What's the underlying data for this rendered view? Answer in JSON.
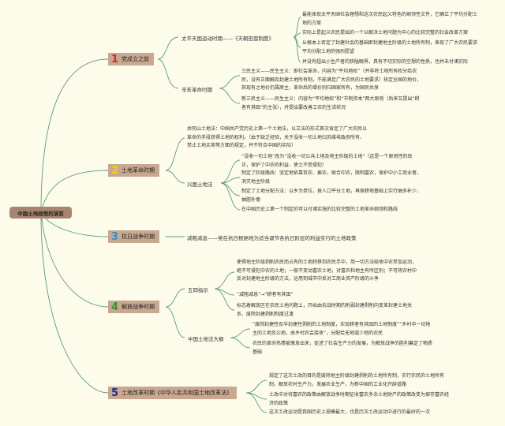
{
  "root": "中国土地政策的演变",
  "colors": {
    "line": "#5a9e78",
    "n1": "#e0202a",
    "n2": "#f2d21b",
    "n3": "#2f8fd8",
    "n4": "#2a9a2a",
    "n5": "#1f2a8a"
  },
  "branches": [
    {
      "num": "1",
      "label": "党成立之前",
      "subs": [
        {
          "label": "太平天国运动时期——《天朝田亩制度》",
          "leaves": [
            "最能体现太平天国社会理想和这次农民起义特色的纲领性文件，它确立了平均分配土地的方案",
            "实际上是起义农民提出的一个以解决土地问题为中心的比较完整的社会改革方案",
            "从根本上否定了封建社会的基础即封建地主阶级的土地所有制，表现了广大农民要求平均分配土地的强烈愿望",
            "并没有超出小生产者的狭隘眼界，具有不切实际的空想的性质，也并未付诸实际"
          ]
        },
        {
          "label": "辛亥革命时期",
          "leaves": [
            "三民主义——民生主义：即社会革命，内容为“平均地权”（并非将土地所有权分给农民，没有正面触及封建土地所有制，不能满足广大农民的土地要求）核定全国的地价，其现有之地价仍属原主，革命后的增价则归国家所有，为国民共享",
            "新三民主义——民生主义：内容为“平均地权”和“节制资本”两大原则（后来又提出“耕者有其田”的主张），并提出要改善工农的生活状况"
          ]
        }
      ]
    },
    {
      "num": "2",
      "label": "土地革命时期",
      "subs": [
        {
          "label": "井冈山土地法：中国共产党历史上第一个土地法，以立法的形式首次肯定了广大农民以革命的手段获得土地的权利。（由于缺乏经验，关于没收一切土地归苏维埃政府所有、禁止土地买卖等方面的规定，并不符合中国的实际）",
          "leaves": []
        },
        {
          "label": "兴国土地法",
          "leaves": [
            "“没收一切土地”改为“没收一切公共土地及地主阶级的土地”（这是一个原则性的改正，保护了中农的利益，使之不受侵犯）",
            "制定了阶级路线：坚定地依靠贫农、雇农，联合中农，限制富农，保护中小工商业者，消灭地主阶级",
            "制定了土地分配方法：以乡为单位，按人口平分土地，再原耕地基础上实行抽多补少、抽肥补瘦",
            "在中国历史上第一个制定的可以付诸实施的比较完整的土地革命纲领和路线"
          ]
        }
      ]
    },
    {
      "num": "3",
      "label": "抗日战争时期",
      "subs": [
        {
          "label": "减租减息——党在抗日根据地为适当调节各抗日阶层的利益实行的土地政策",
          "leaves": []
        }
      ]
    },
    {
      "num": "4",
      "label": "解放战争时期",
      "subs": [
        {
          "label": "五四指示",
          "leaves": [
            "使得地主阶级剥削农民而占有的土地转移到农民手中，用一切方法吸收中农参加运动，绝不可侵犯中农的土地；一般不变动富农土地，对富农和地主有所区别；不可将农村中反对封建地主阶级的方法，运用到城市中反对工商业资产阶级的斗争",
            "“减租减息”→“耕者有其田”",
            "标志着解放区在农民土地问题上，开始由抗战时期的削弱封建剥削向变革封建土地关系、废除封建剥削制度过渡"
          ]
        },
        {
          "label": "中国土地法大纲",
          "leaves": [
            "“废除封建性及半封建性剥削的土地制度，实现耕者有其田的土地制度”“乡村中一切地主的土地及公地，由乡村农会接收”，分配给无地或少地的农民",
            "农民的革命热情被激发出来，促进了社会生产力的发展，为解放战争的胜利奠定了物质基础"
          ]
        }
      ]
    },
    {
      "num": "5",
      "label": "土地改革时期《中华人民共和国土地改革法》",
      "subs": [
        {
          "label": "",
          "leaves": [
            "规定了这次土改的目的是废除地主阶级封建剥削的土地所有制，实行农民的土地所有制，解放农村生产力，发展农业生产，为新中国的工业化开辟道路",
            "土改中对待富农的政策由解放战争时期征收富农多余土地财产的政策改变为保存富农经济的政策",
            "这次土改运动是我国历史上规模最大，也是历次土改运动中进行的最好的一次"
          ]
        }
      ]
    }
  ]
}
